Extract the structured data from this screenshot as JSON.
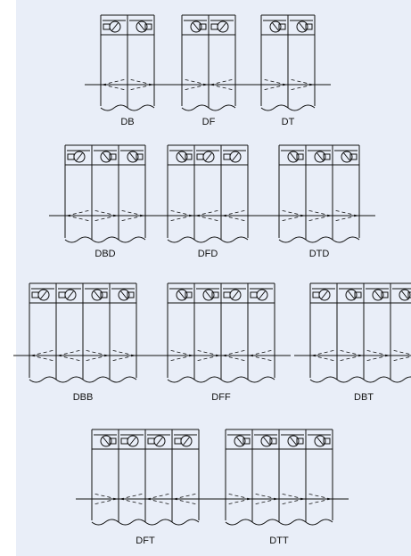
{
  "colors": {
    "panel": "#e9eef8",
    "ink": "#111111",
    "page": "#ffffff"
  },
  "arrangements": [
    {
      "label": "DB",
      "orientations": [
        "L",
        "R"
      ]
    },
    {
      "label": "DF",
      "orientations": [
        "R",
        "L"
      ]
    },
    {
      "label": "DT",
      "orientations": [
        "R",
        "R"
      ]
    },
    {
      "label": "DBD",
      "orientations": [
        "L",
        "R",
        "R"
      ]
    },
    {
      "label": "DFD",
      "orientations": [
        "R",
        "L",
        "L"
      ]
    },
    {
      "label": "DTD",
      "orientations": [
        "R",
        "R",
        "R"
      ]
    },
    {
      "label": "DBB",
      "orientations": [
        "L",
        "L",
        "R",
        "R"
      ]
    },
    {
      "label": "DFF",
      "orientations": [
        "R",
        "R",
        "L",
        "L"
      ]
    },
    {
      "label": "DBT",
      "orientations": [
        "L",
        "R",
        "R",
        "R"
      ]
    },
    {
      "label": "DFT",
      "orientations": [
        "R",
        "L",
        "L",
        "L"
      ]
    },
    {
      "label": "DTT",
      "orientations": [
        "R",
        "R",
        "R",
        "R"
      ]
    }
  ]
}
